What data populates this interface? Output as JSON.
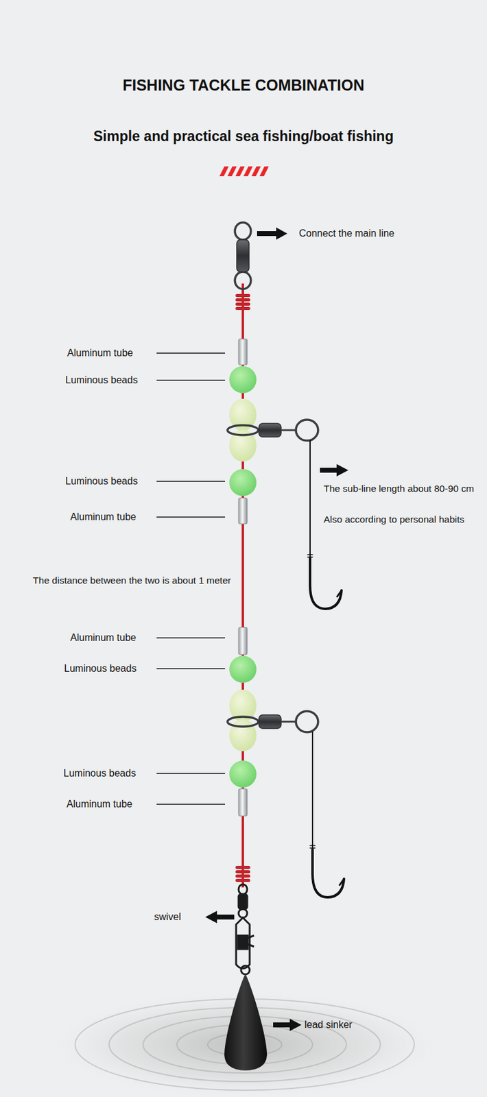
{
  "diagram": {
    "title": "FISHING TACKLE COMBINATION",
    "labels": [
      "Simple and practical sea fishing/boat fishing",
      "Connect the main line",
      "Aluminum tube",
      "Luminous beads",
      "Luminous beads",
      "The sub-line length about 80-90 cm",
      "Aluminum tube",
      "Also according to personal habits",
      "The distance between the two is about 1 meter",
      "Aluminum tube",
      "Luminous beads",
      "Luminous beads",
      "Aluminum tube",
      "swivel",
      "lead sinker"
    ]
  }
}
